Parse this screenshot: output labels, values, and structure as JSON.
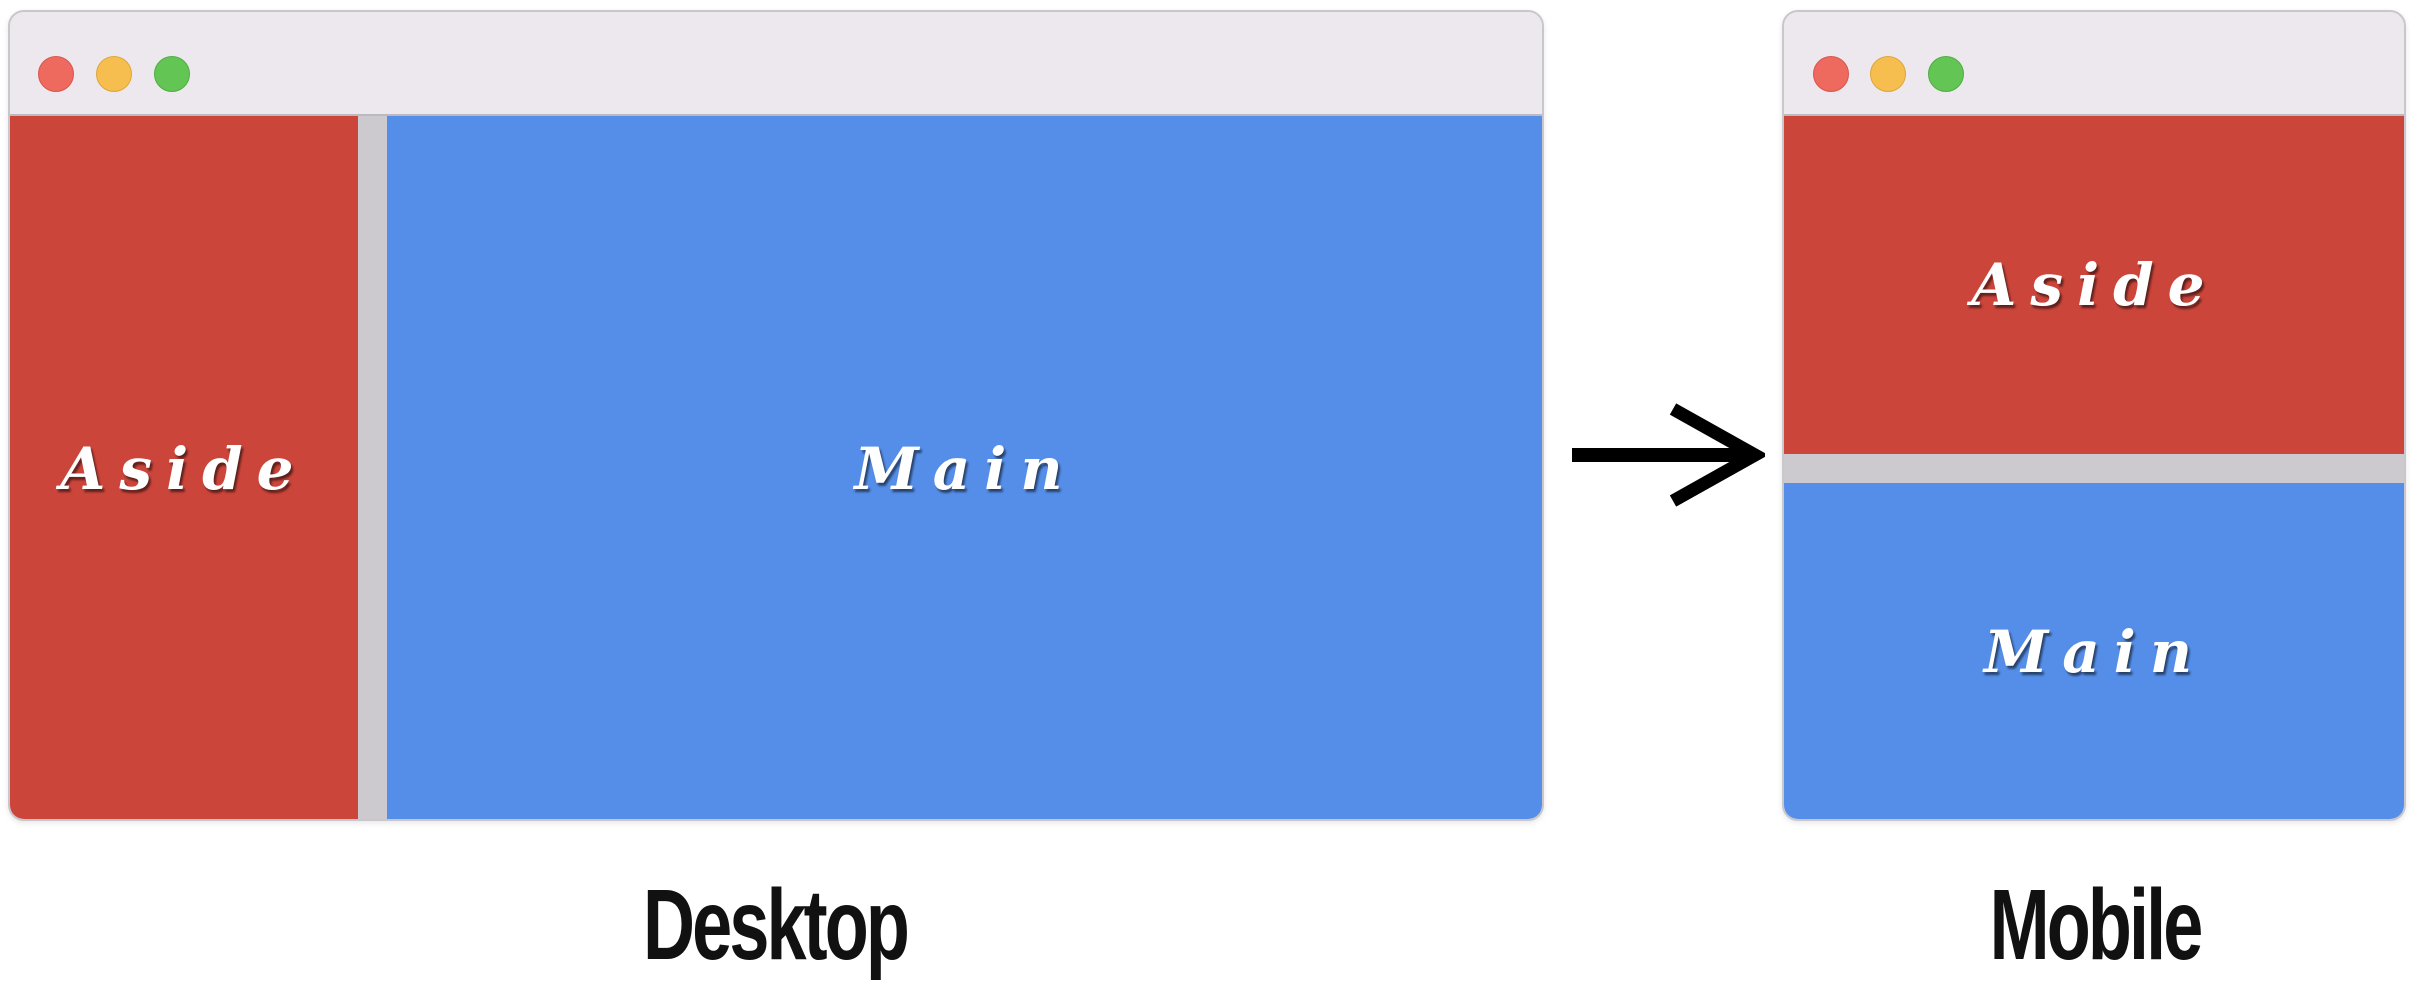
{
  "colors": {
    "aside": "#cc453b",
    "main": "#558ee8",
    "divider": "#ccc9cf",
    "titlebar": "#ece8ee",
    "dot_close": "#ee6a5f",
    "dot_minimize": "#f5be4f",
    "dot_maximize": "#62c554"
  },
  "desktop": {
    "aside_label": "Aside",
    "main_label": "Main",
    "caption": "Desktop"
  },
  "mobile": {
    "aside_label": "Aside",
    "main_label": "Main",
    "caption": "Mobile"
  },
  "icons": {
    "transition": "right-arrow-icon",
    "window_controls": [
      "close-dot-icon",
      "minimize-dot-icon",
      "maximize-dot-icon"
    ]
  }
}
